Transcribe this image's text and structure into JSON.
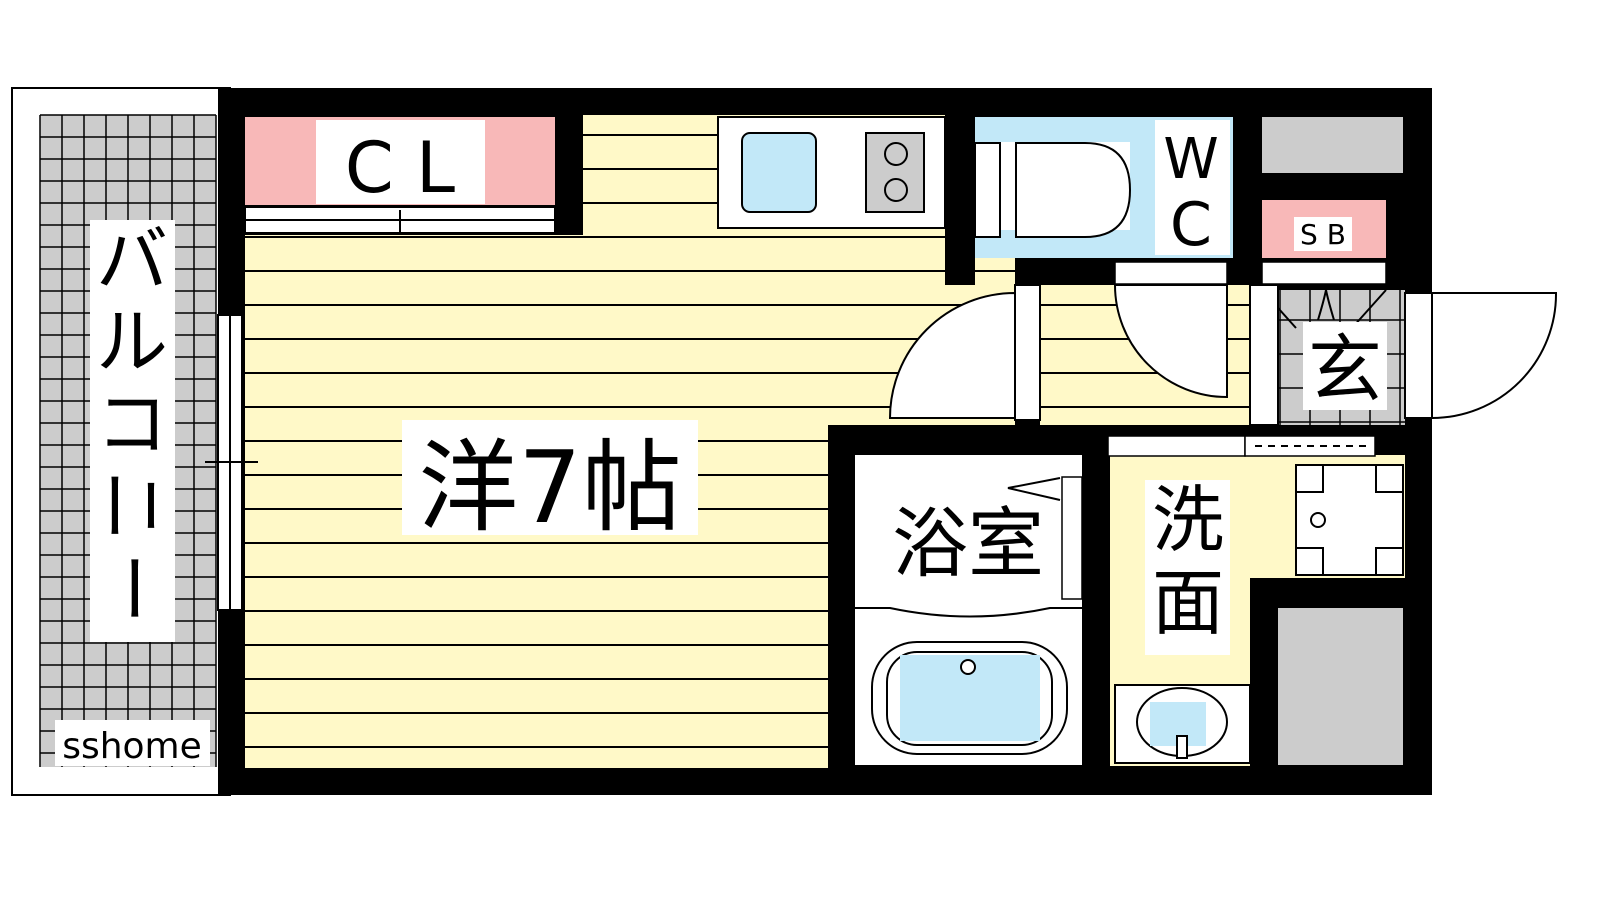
{
  "rooms": {
    "closet": "C L",
    "western_room": "洋7帖",
    "wc_w": "W",
    "wc_c": "C",
    "shoe_box": "S B",
    "entrance": "玄",
    "bathroom": "浴室",
    "washroom_1": "洗",
    "washroom_2": "面",
    "balcony": [
      "バ",
      "ル",
      "コ",
      "ニ",
      "ー"
    ]
  },
  "watermark": "sshome",
  "colors": {
    "wall": "#000000",
    "floor": "#fff9c8",
    "closet": "#f8b8b8",
    "wet": "#c2e8f8",
    "gray": "#cccccc"
  }
}
